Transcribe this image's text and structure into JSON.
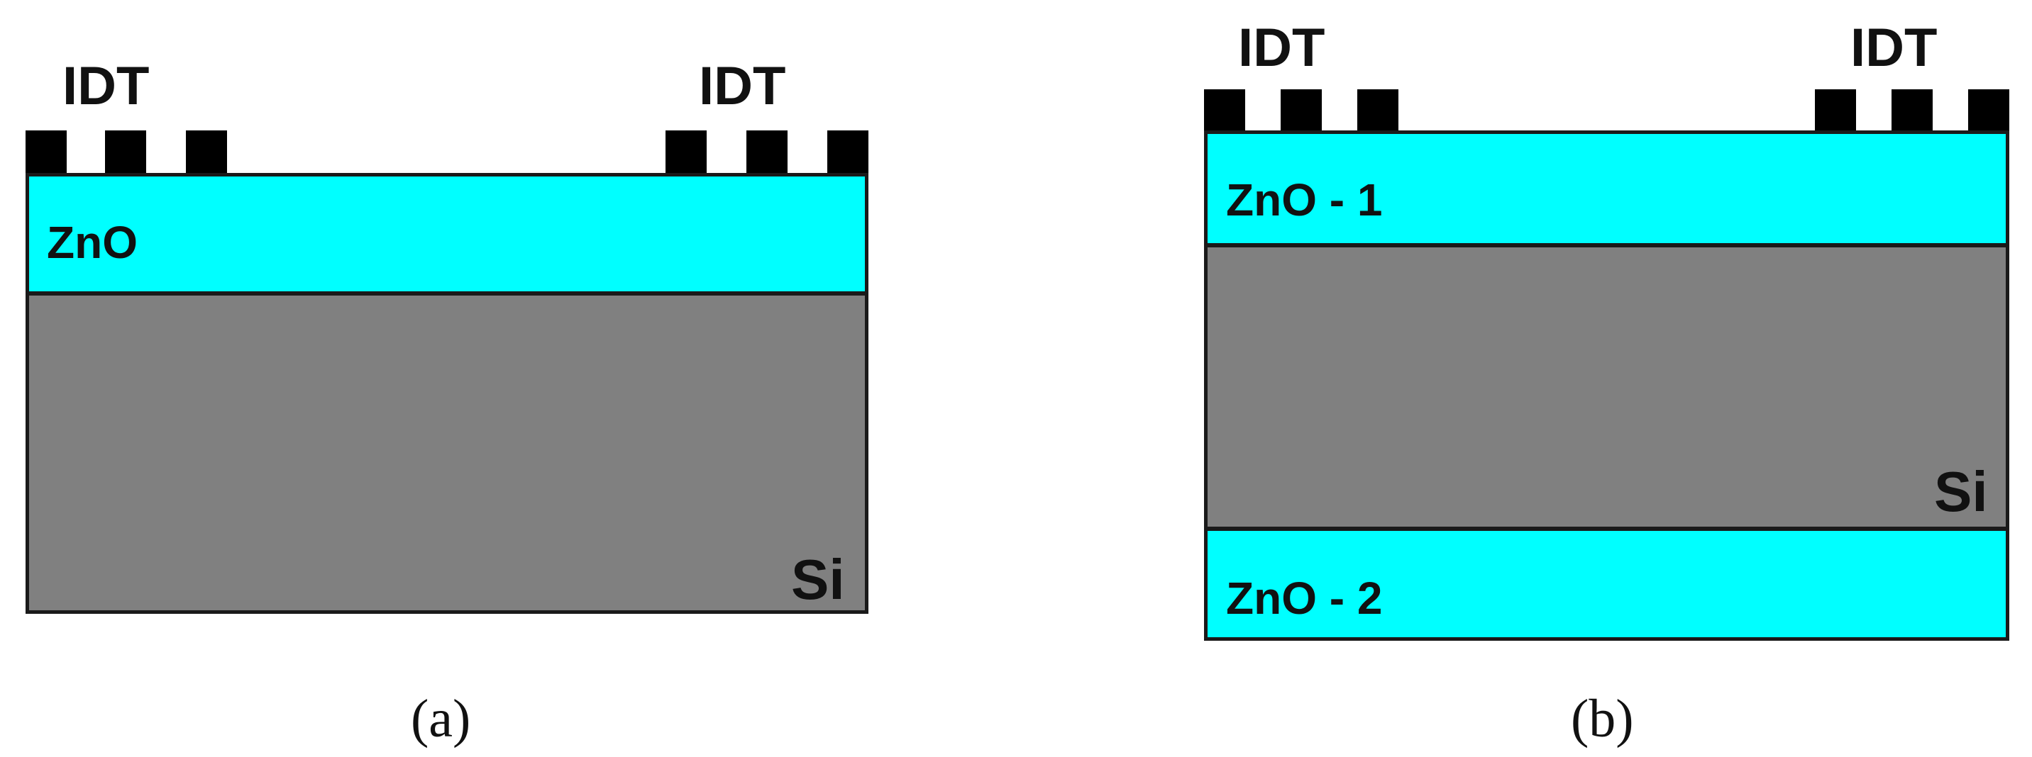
{
  "panel_a": {
    "idt_left": "IDT",
    "idt_right": "IDT",
    "zno_label": "ZnO",
    "si_label": "Si",
    "caption": "(a)"
  },
  "panel_b": {
    "idt_left": "IDT",
    "idt_right": "IDT",
    "zno_top_label": "ZnO - 1",
    "si_label": "Si",
    "zno_bottom_label": "ZnO - 2",
    "caption": "(b)"
  },
  "colors": {
    "zno": "#00ffff",
    "si": "#808080",
    "electrode": "#000000",
    "outline": "#1a1a1a"
  }
}
